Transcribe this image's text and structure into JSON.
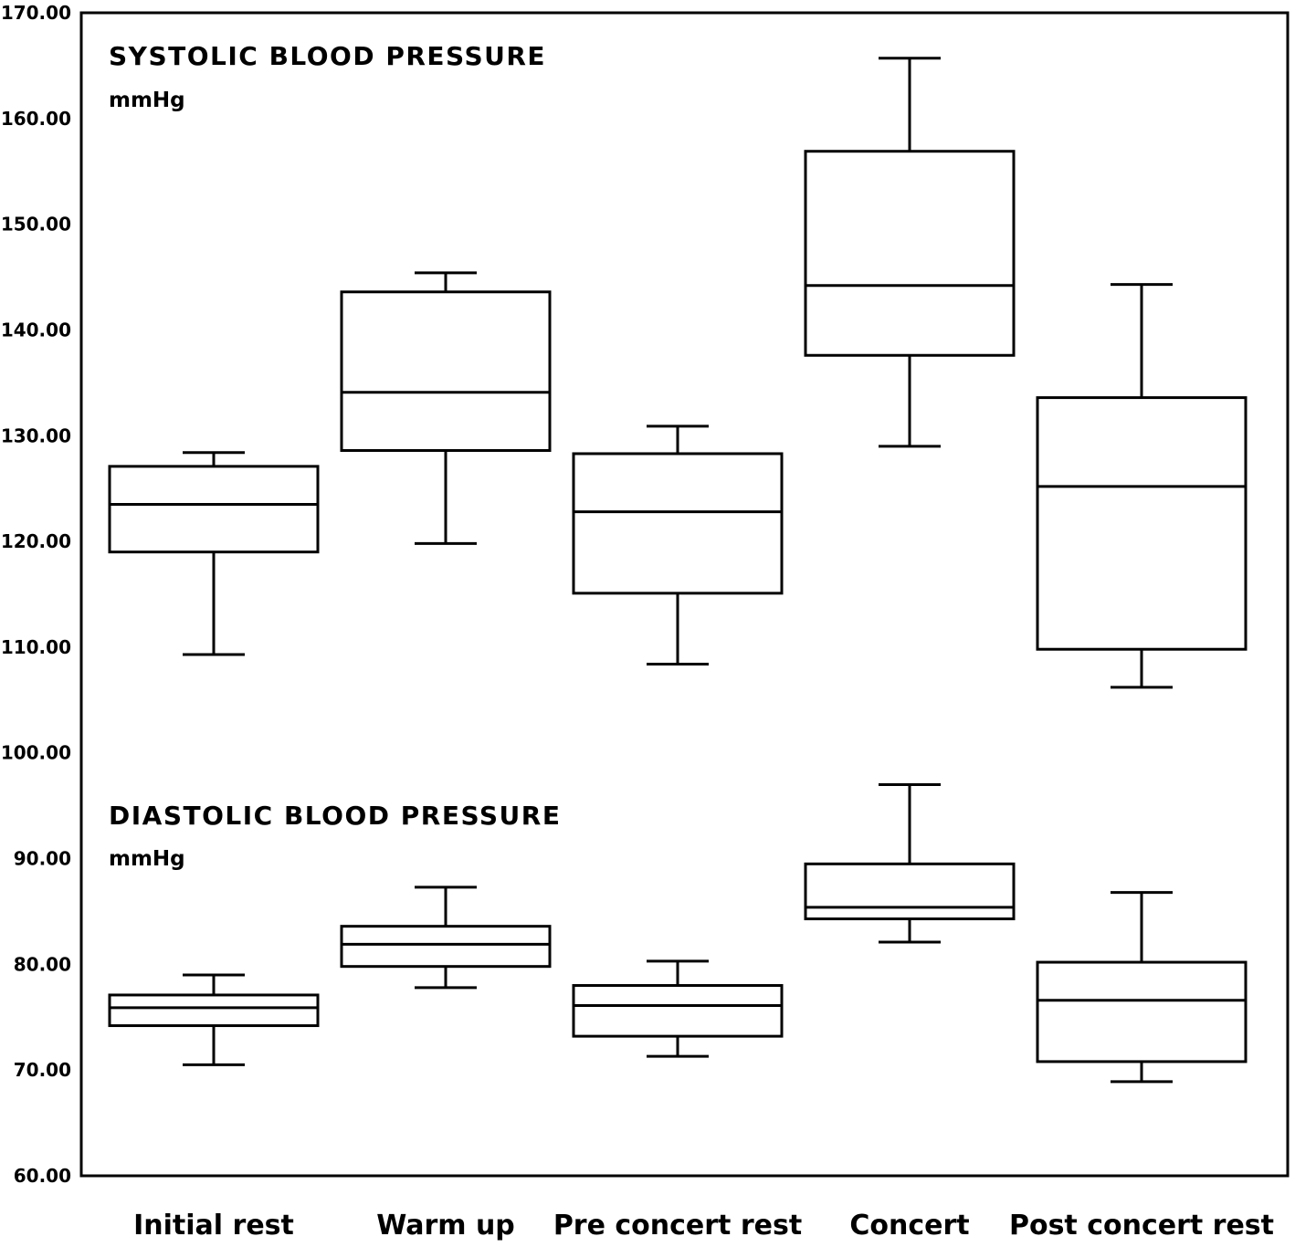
{
  "chart_data": {
    "type": "boxplot",
    "categories": [
      "Initial rest",
      "Warm up",
      "Pre concert rest",
      "Concert",
      "Post concert rest"
    ],
    "ylim": [
      60,
      170
    ],
    "yticks": [
      "60.00",
      "70.00",
      "80.00",
      "90.00",
      "100.00",
      "110.00",
      "120.00",
      "130.00",
      "140.00",
      "150.00",
      "160.00",
      "170.00"
    ],
    "grid": false,
    "series": [
      {
        "name": "SYSTOLIC BLOOD PRESSURE",
        "unit": "mmHg",
        "boxes": [
          {
            "min": 109.3,
            "q1": 119.0,
            "median": 123.5,
            "q3": 127.1,
            "max": 128.4
          },
          {
            "min": 119.8,
            "q1": 128.6,
            "median": 134.1,
            "q3": 143.6,
            "max": 145.4
          },
          {
            "min": 108.4,
            "q1": 115.1,
            "median": 122.8,
            "q3": 128.3,
            "max": 130.9
          },
          {
            "min": 129.0,
            "q1": 137.6,
            "median": 144.2,
            "q3": 156.9,
            "max": 165.7
          },
          {
            "min": 106.2,
            "q1": 109.8,
            "median": 125.2,
            "q3": 133.6,
            "max": 144.3
          }
        ]
      },
      {
        "name": "DIASTOLIC BLOOD PRESSURE",
        "unit": "mmHg",
        "boxes": [
          {
            "min": 70.5,
            "q1": 74.2,
            "median": 75.9,
            "q3": 77.1,
            "max": 79.0
          },
          {
            "min": 77.8,
            "q1": 79.8,
            "median": 81.9,
            "q3": 83.6,
            "max": 87.3
          },
          {
            "min": 71.3,
            "q1": 73.2,
            "median": 76.1,
            "q3": 78.0,
            "max": 80.3
          },
          {
            "min": 82.1,
            "q1": 84.3,
            "median": 85.4,
            "q3": 89.5,
            "max": 97.0
          },
          {
            "min": 68.9,
            "q1": 70.8,
            "median": 76.6,
            "q3": 80.2,
            "max": 86.8
          }
        ]
      }
    ]
  }
}
